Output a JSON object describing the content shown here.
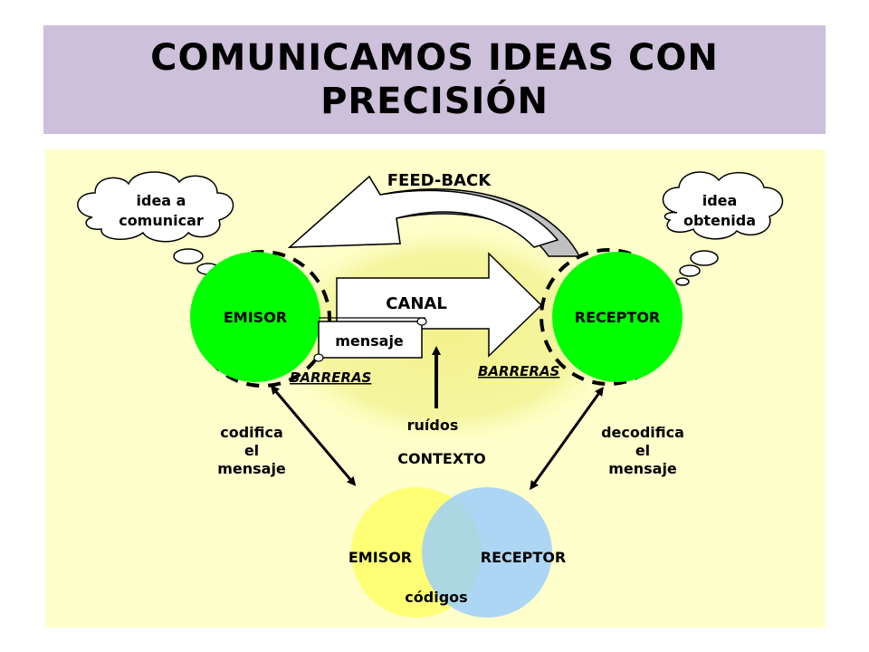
{
  "title": {
    "line1": "COMUNICAMOS IDEAS CON",
    "line2": "PRECISIÓN"
  },
  "colors": {
    "title_bg": "#ccc0da",
    "panel_bg": "#ffffcc",
    "glow": "#f2f28c",
    "node_green": "#00ff00",
    "circle_yellow": "#ffff66",
    "circle_blue": "#99ccff",
    "feedback_gray": "#c0c0c0"
  },
  "diagram": {
    "feedback_label": "FEED-BACK",
    "thought_left": {
      "line1": "idea a",
      "line2": "comunicar"
    },
    "thought_right": {
      "line1": "idea",
      "line2": "obtenida"
    },
    "emisor": "EMISOR",
    "receptor": "RECEPTOR",
    "canal": "CANAL",
    "mensaje": "mensaje",
    "barreras_left": "BARRERAS",
    "barreras_right": "BARRERAS",
    "ruidos": "ruídos",
    "contexto": "CONTEXTO",
    "codifica": {
      "line1": "codifica",
      "line2": "el",
      "line3": "mensaje"
    },
    "decodifica": {
      "line1": "decodifica",
      "line2": "el",
      "line3": "mensaje"
    },
    "venn_emisor": "EMISOR",
    "venn_receptor": "RECEPTOR",
    "codigos": "códigos"
  }
}
